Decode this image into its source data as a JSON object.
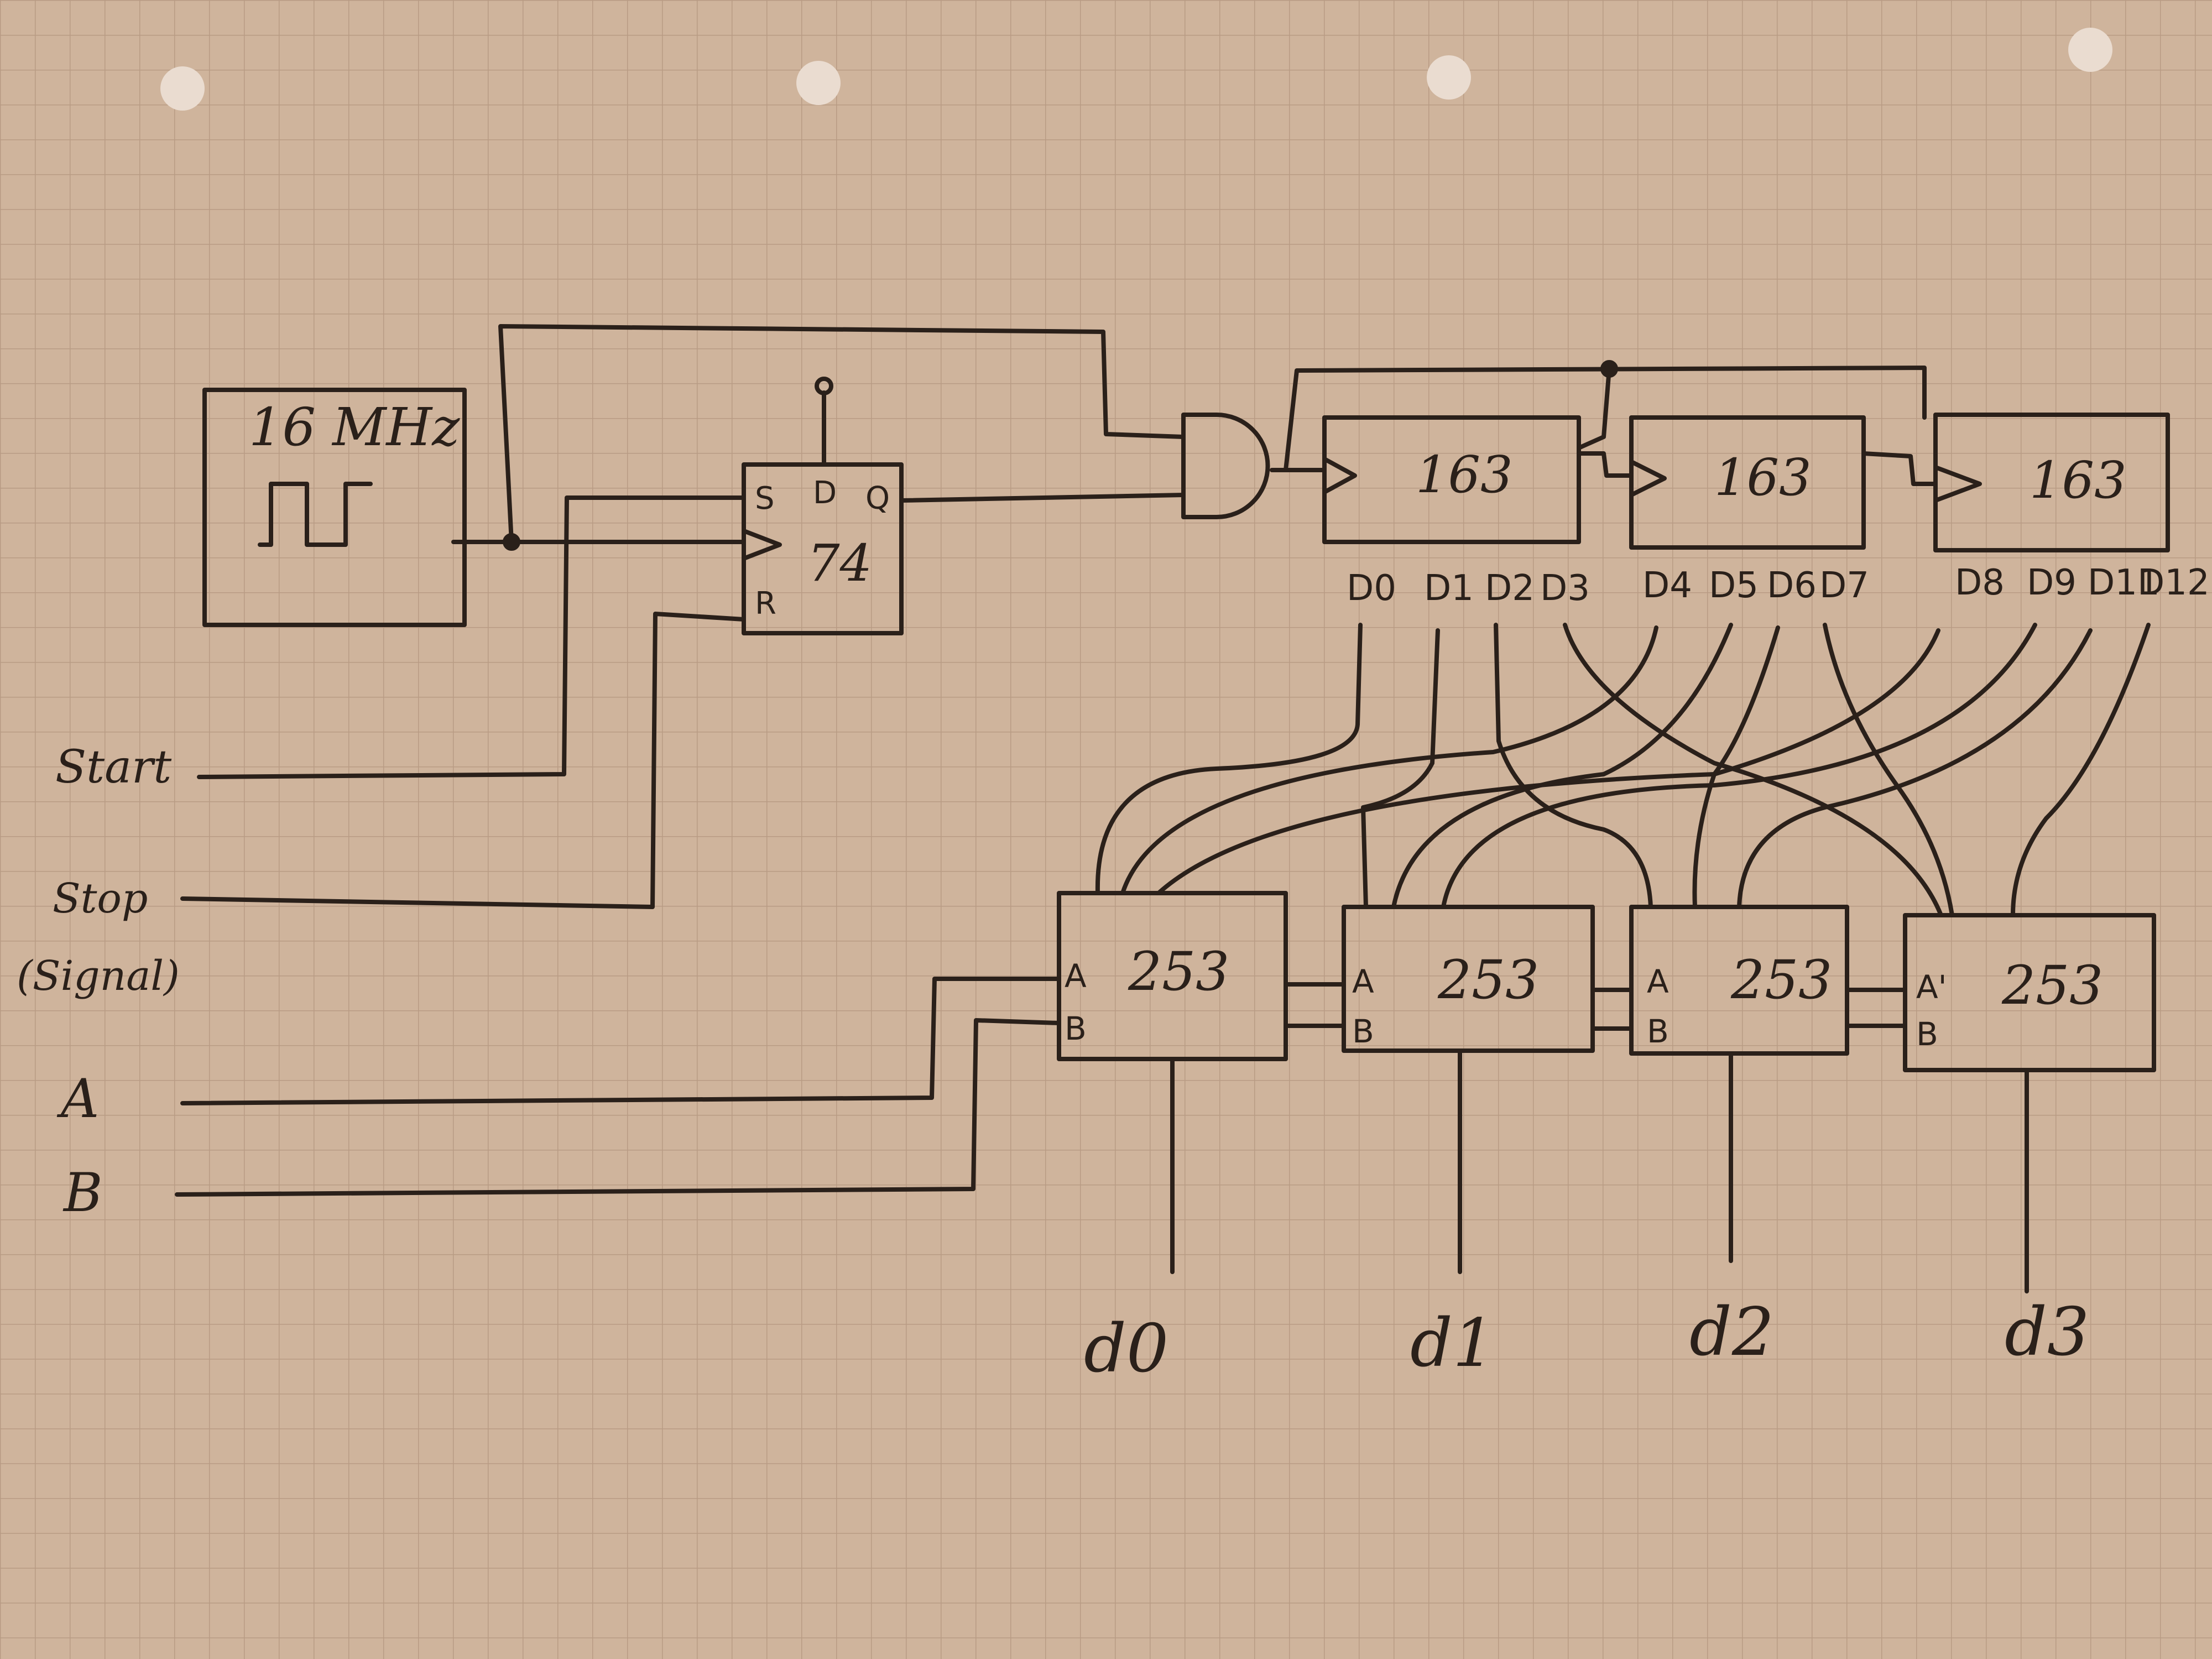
{
  "oscillator": {
    "label": "16 MHz"
  },
  "flipflop": {
    "part": "74",
    "pin_s": "S",
    "pin_d": "D",
    "pin_q": "Q",
    "pin_r": "R"
  },
  "counters": [
    {
      "part": "163"
    },
    {
      "part": "163"
    },
    {
      "part": "163"
    }
  ],
  "outputs": {
    "counter1": [
      "D0",
      "D1",
      "D2",
      "D3"
    ],
    "counter2": [
      "D4",
      "D5",
      "D6",
      "D7"
    ],
    "counter3": [
      "D8",
      "D9",
      "D11",
      "D12"
    ]
  },
  "muxes": [
    {
      "part": "253",
      "pin_a": "A",
      "pin_b": "B",
      "output": "d0"
    },
    {
      "part": "253",
      "pin_a": "A",
      "pin_b": "B",
      "output": "d1"
    },
    {
      "part": "253",
      "pin_a": "A",
      "pin_b": "B",
      "output": "d2"
    },
    {
      "part": "253",
      "pin_a": "A'",
      "pin_b": "B",
      "output": "d3"
    }
  ],
  "inputs": {
    "start": "Start",
    "stop_line1": "Stop",
    "stop_line2": "(Signal)",
    "a": "A",
    "b": "B"
  },
  "colors": {
    "paper": "#cfb49c",
    "grid": "#b89b84",
    "ink": "#2a201a"
  }
}
